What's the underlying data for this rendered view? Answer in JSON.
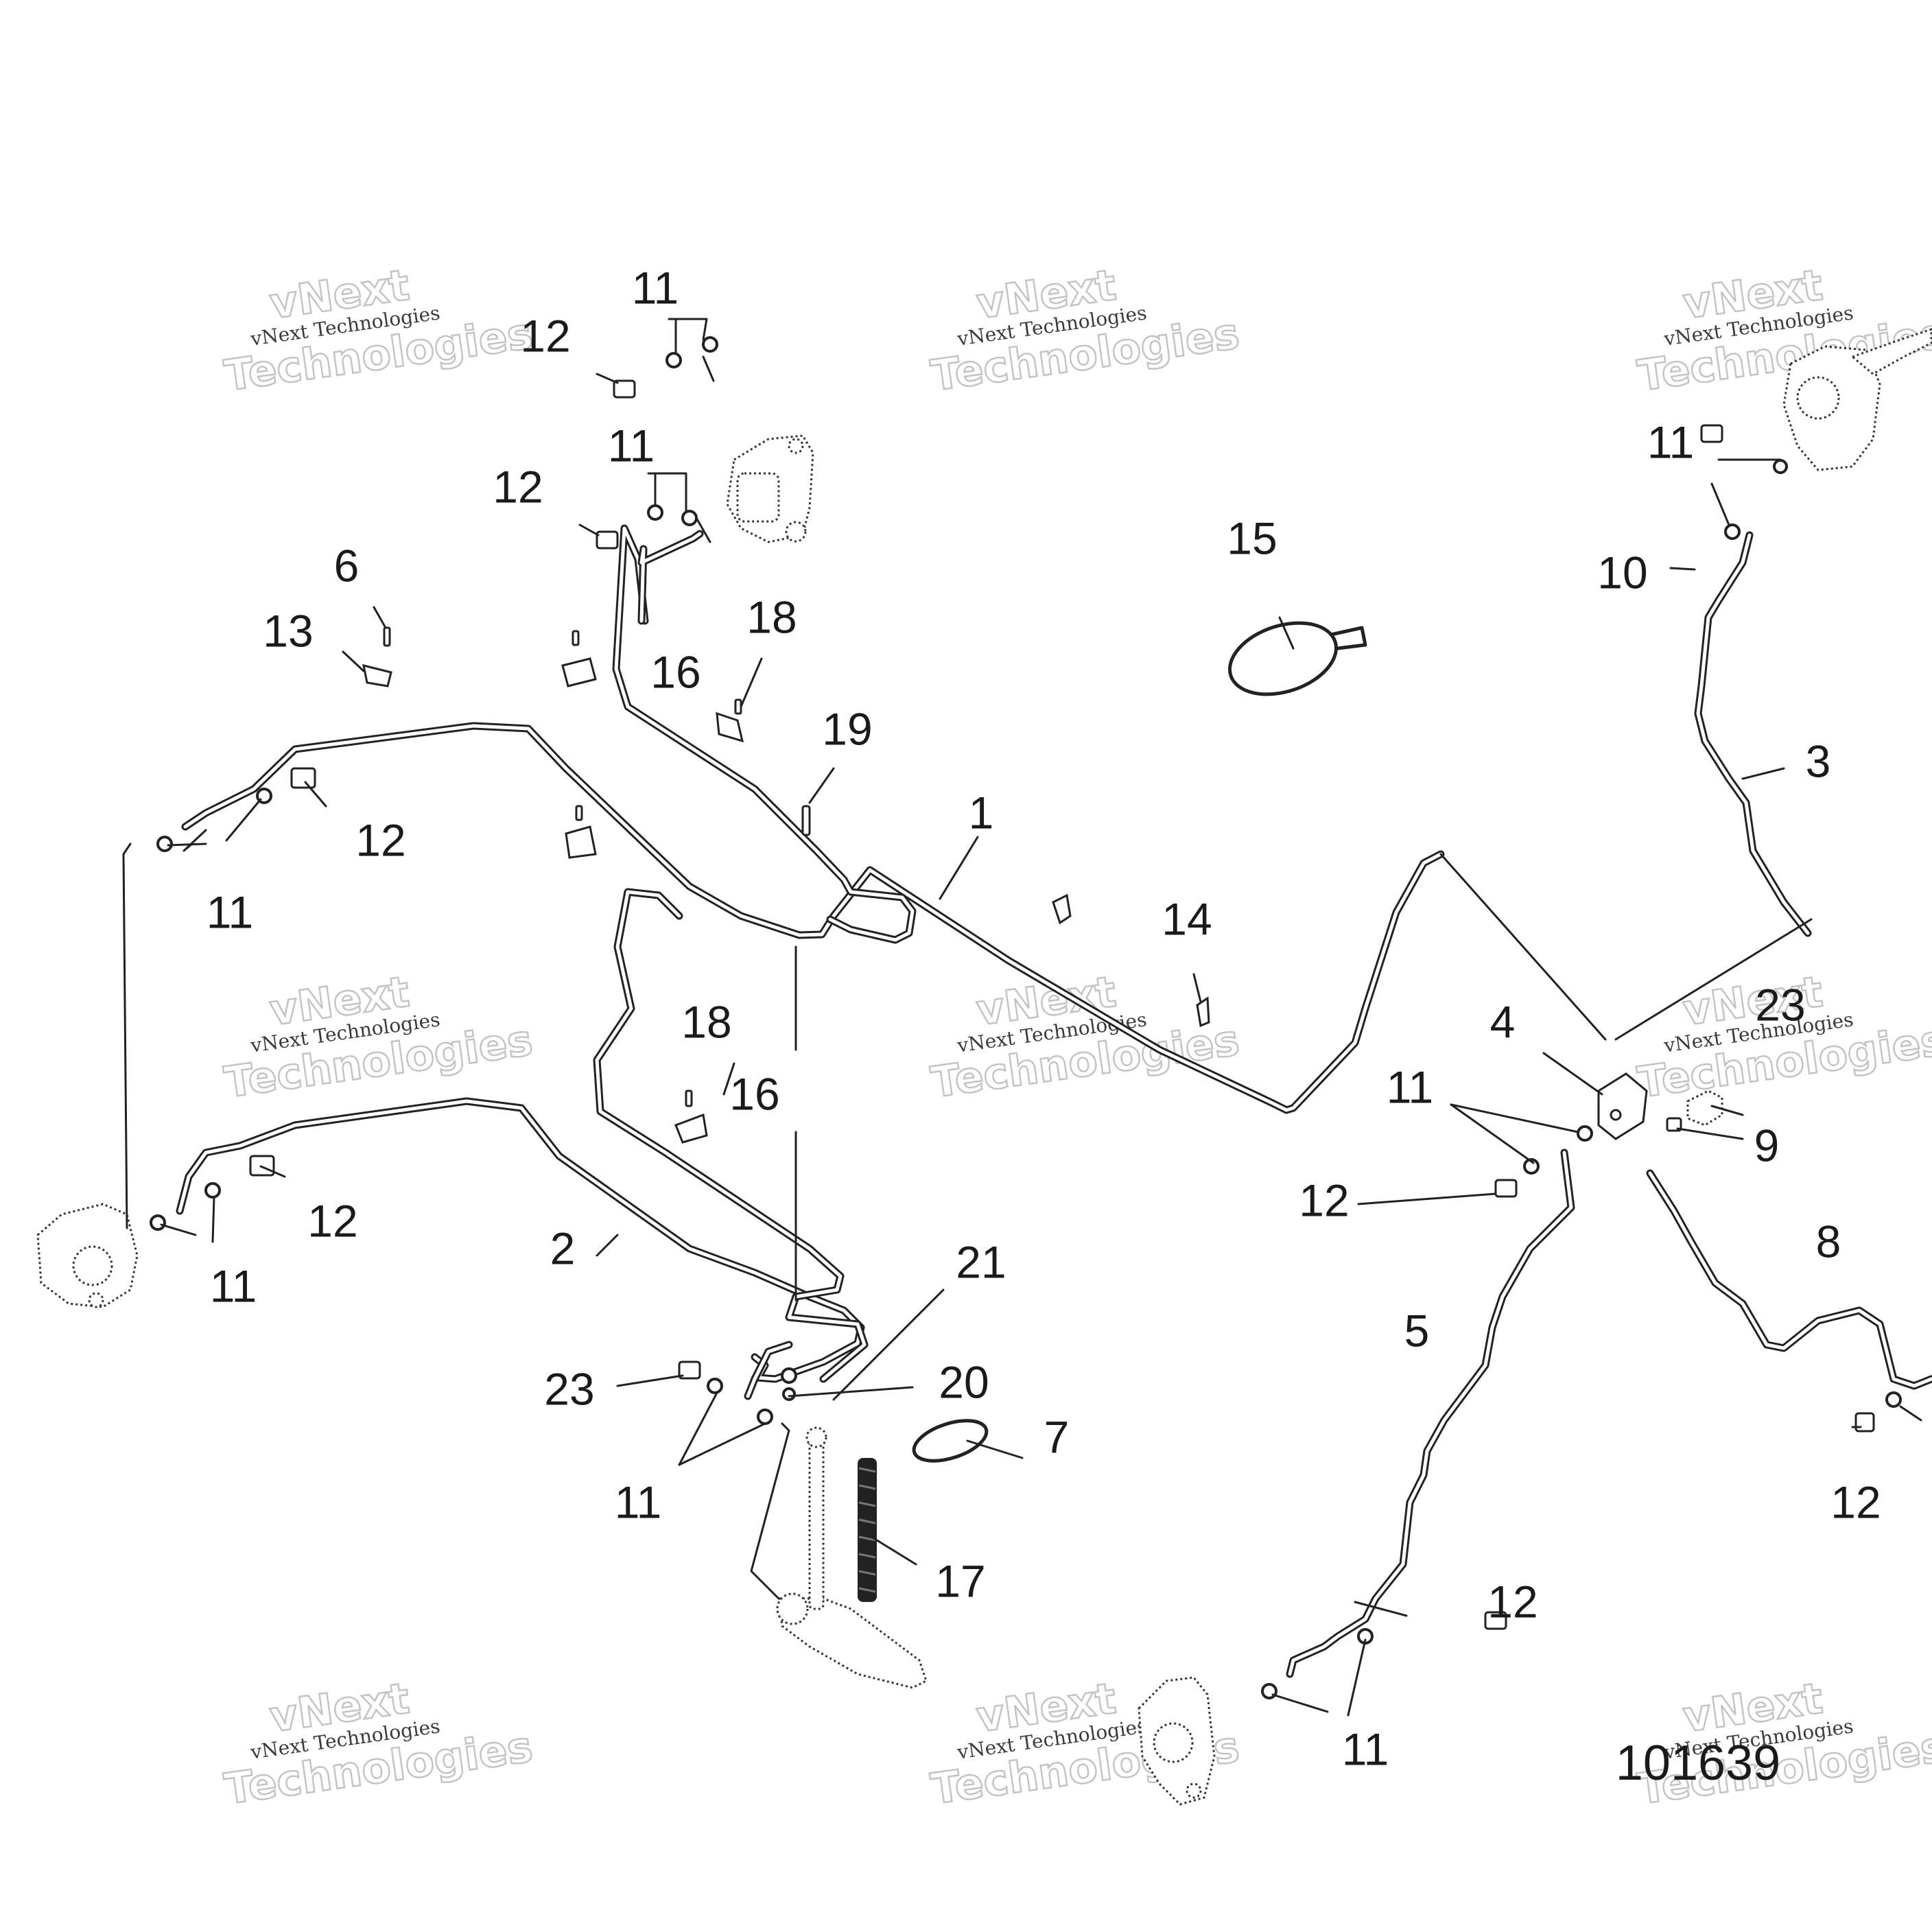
{
  "figure": {
    "id": "101639"
  },
  "watermark": {
    "small": "vNext Technologies",
    "big_top": "vNext",
    "big_bottom": "Technologies"
  },
  "callouts": {
    "c1": "1",
    "c2": "2",
    "c3": "3",
    "c4": "4",
    "c5": "5",
    "c6": "6",
    "c7": "7",
    "c8": "8",
    "c9": "9",
    "c10": "10",
    "c11a": "11",
    "c11b": "11",
    "c11c": "11",
    "c11d": "11",
    "c11e": "11",
    "c11f": "11",
    "c11g": "11",
    "c11h": "11",
    "c12a": "12",
    "c12b": "12",
    "c12c": "12",
    "c12d": "12",
    "c12e": "12",
    "c12f": "12",
    "c12g": "12",
    "c13": "13",
    "c14": "14",
    "c15": "15",
    "c16a": "16",
    "c16b": "16",
    "c17": "17",
    "c18a": "18",
    "c18b": "18",
    "c19": "19",
    "c20": "20",
    "c21": "21",
    "c23a": "23",
    "c23b": "23"
  }
}
